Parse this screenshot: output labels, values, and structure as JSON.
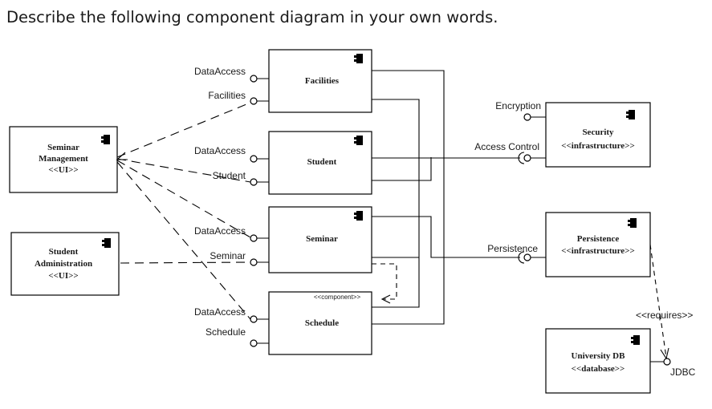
{
  "question": "Describe the following component diagram in your own words.",
  "components": {
    "facilities": {
      "name": "Facilities"
    },
    "student": {
      "name": "Student"
    },
    "seminar": {
      "name": "Seminar"
    },
    "schedule": {
      "stereotype": "<<component>>",
      "name": "Schedule"
    },
    "seminar_mgmt": {
      "line1": "Seminar",
      "line2": "Management",
      "line3": "<<UI>>"
    },
    "student_admin": {
      "line1": "Student",
      "line2": "Administration",
      "line3": "<<UI>>"
    },
    "security": {
      "line1": "Security",
      "line2": "<<infrastructure>>"
    },
    "persistence": {
      "line1": "Persistence",
      "line2": "<<infrastructure>>"
    },
    "university_db": {
      "line1": "University DB",
      "line2": "<<database>>"
    }
  },
  "interfaces": {
    "facilities_dataaccess": "DataAccess",
    "facilities_facilities": "Facilities",
    "student_dataaccess": "DataAccess",
    "student_student": "Student",
    "seminar_dataaccess": "DataAccess",
    "seminar_seminar": "Seminar",
    "schedule_dataaccess": "DataAccess",
    "schedule_schedule": "Schedule",
    "encryption": "Encryption",
    "access_control": "Access Control",
    "persistence": "Persistence",
    "jdbc": "JDBC"
  },
  "requires_label": "<<requires>>"
}
